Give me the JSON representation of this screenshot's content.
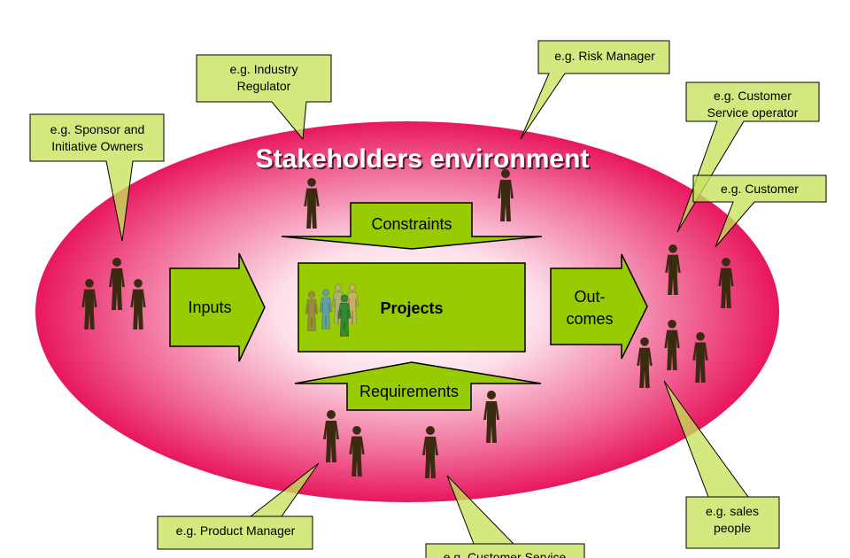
{
  "title": "Stakeholders environment",
  "center": {
    "label": "Projects"
  },
  "flows": {
    "inputs": "Inputs",
    "outcomes_line1": "Out-",
    "outcomes_line2": "comes",
    "constraints": "Constraints",
    "requirements": "Requirements"
  },
  "callouts": {
    "sponsor": [
      "e.g. Sponsor and",
      "Initiative Owners"
    ],
    "regulator": [
      "e.g. Industry",
      "Regulator"
    ],
    "risk": [
      "e.g. Risk Manager"
    ],
    "cs_operator": [
      "e.g. Customer",
      "Service operator"
    ],
    "customer": [
      "e.g. Customer"
    ],
    "product": [
      "e.g. Product Manager"
    ],
    "cs_bottom": [
      "e.g. Customer Service"
    ],
    "sales": [
      "e.g. sales",
      "people"
    ]
  },
  "colors": {
    "ellipse_center": "#ffffff",
    "ellipse_edge": "#e8175d",
    "box_fill": "#99cc00",
    "callout_fill": "#c6e25a",
    "outline": "#000000",
    "person": "#3a2a10"
  }
}
